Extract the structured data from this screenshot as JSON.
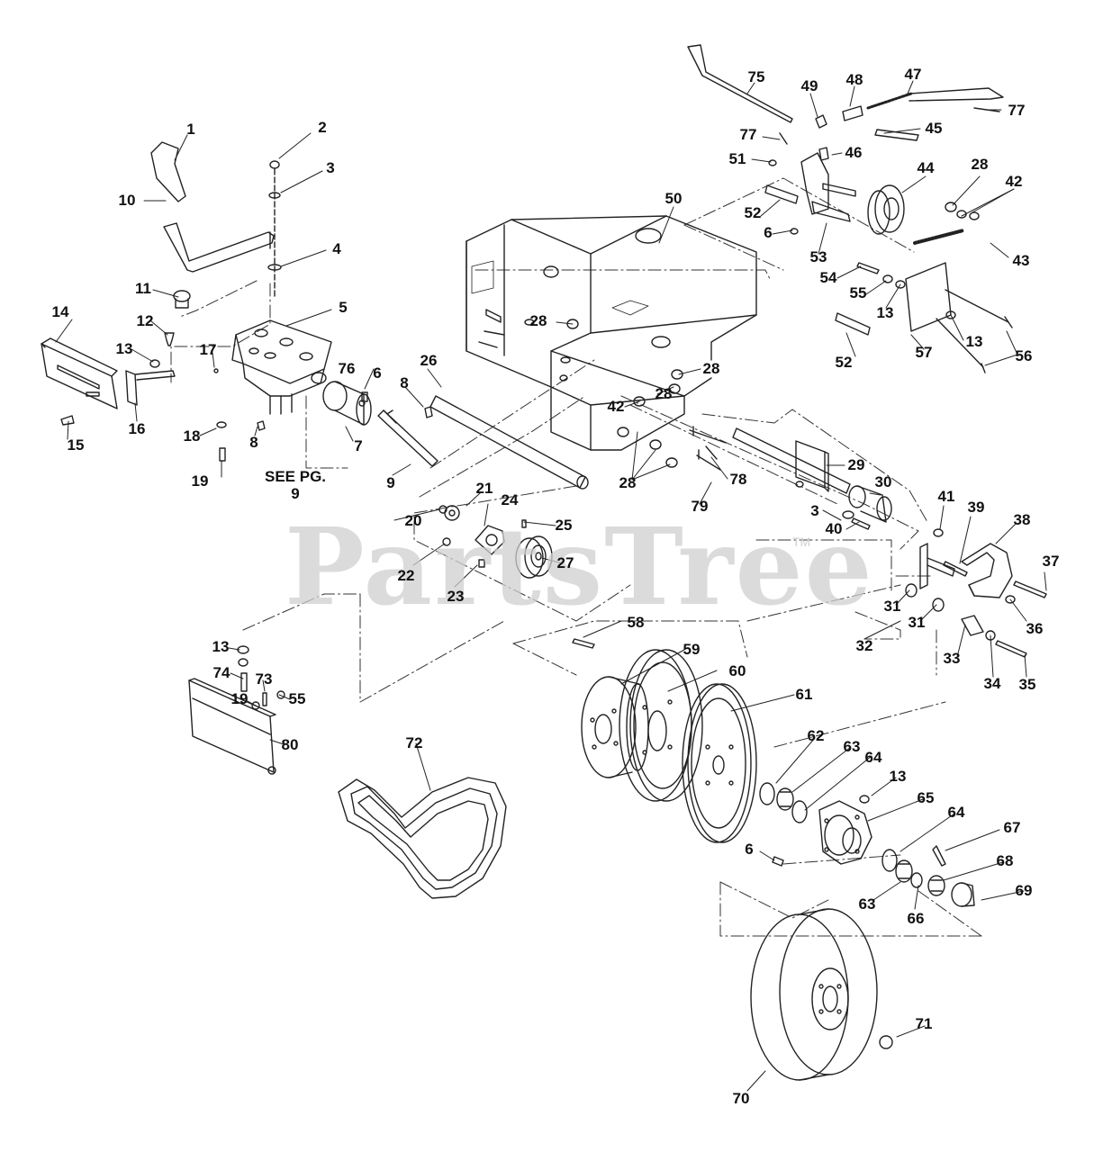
{
  "watermark": {
    "text": "PartsTree",
    "tm": "TM"
  },
  "note": {
    "line1": "SEE PG.",
    "line2": "9"
  },
  "callouts": {
    "c1": "1",
    "c2": "2",
    "c3": "3",
    "c4": "4",
    "c5": "5",
    "c6a": "6",
    "c6b": "6",
    "c6c": "6",
    "c7": "7",
    "c8a": "8",
    "c8b": "8",
    "c9": "9",
    "c10": "10",
    "c11": "11",
    "c12": "12",
    "c13a": "13",
    "c13b": "13",
    "c13c": "13",
    "c13d": "13",
    "c13e": "13",
    "c14": "14",
    "c15": "15",
    "c16": "16",
    "c17": "17",
    "c18": "18",
    "c19a": "19",
    "c19b": "19",
    "c20": "20",
    "c21": "21",
    "c22": "22",
    "c23": "23",
    "c24": "24",
    "c25": "25",
    "c26": "26",
    "c27": "27",
    "c28a": "28",
    "c28b": "28",
    "c28c": "28",
    "c28d": "28",
    "c28e": "28",
    "c29": "29",
    "c30": "30",
    "c31a": "31",
    "c31b": "31",
    "c32": "32",
    "c33": "33",
    "c34": "34",
    "c35": "35",
    "c36": "36",
    "c37": "37",
    "c38": "38",
    "c39": "39",
    "c3b": "3",
    "c40": "40",
    "c41": "41",
    "c42a": "42",
    "c42b": "42",
    "c43": "43",
    "c44": "44",
    "c45": "45",
    "c46": "46",
    "c47": "47",
    "c48": "48",
    "c49": "49",
    "c50": "50",
    "c51": "51",
    "c52a": "52",
    "c52b": "52",
    "c53": "53",
    "c54": "54",
    "c55a": "55",
    "c55b": "55",
    "c56": "56",
    "c57": "57",
    "c58": "58",
    "c59": "59",
    "c60": "60",
    "c61": "61",
    "c62": "62",
    "c63a": "63",
    "c63b": "63",
    "c64a": "64",
    "c64b": "64",
    "c65": "65",
    "c66": "66",
    "c67": "67",
    "c68": "68",
    "c69": "69",
    "c70": "70",
    "c71": "71",
    "c72": "72",
    "c73": "73",
    "c74": "74",
    "c75": "75",
    "c76": "76",
    "c77a": "77",
    "c77b": "77",
    "c78": "78",
    "c79": "79",
    "c80": "80"
  }
}
